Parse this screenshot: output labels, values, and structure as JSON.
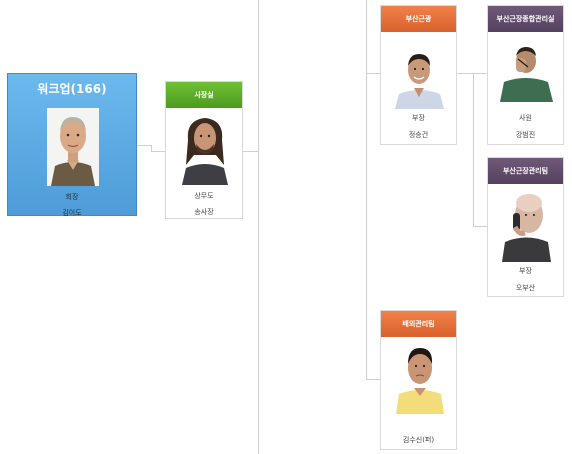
{
  "root": {
    "title": "워크업(166)",
    "position": "회장",
    "name": "김이도"
  },
  "nodes": {
    "office": {
      "header": "사장실",
      "position": "상무도",
      "name": "송사장",
      "color": "#5aab2a"
    },
    "sales": {
      "header": "부산근광",
      "position": "부장",
      "name": "정승건",
      "color": "#e46f3a"
    },
    "sales_mgmt1": {
      "header": "부산근장종합관리실",
      "position": "사원",
      "name": "강범진",
      "color": "#604b6a"
    },
    "sales_mgmt2": {
      "header": "부산근장관리팀",
      "position": "부장",
      "name": "오부산",
      "color": "#604b6a"
    },
    "planning": {
      "header": "배외관리팀",
      "position": "",
      "name": "김수신(퍼)",
      "color": "#e46f3a"
    }
  }
}
